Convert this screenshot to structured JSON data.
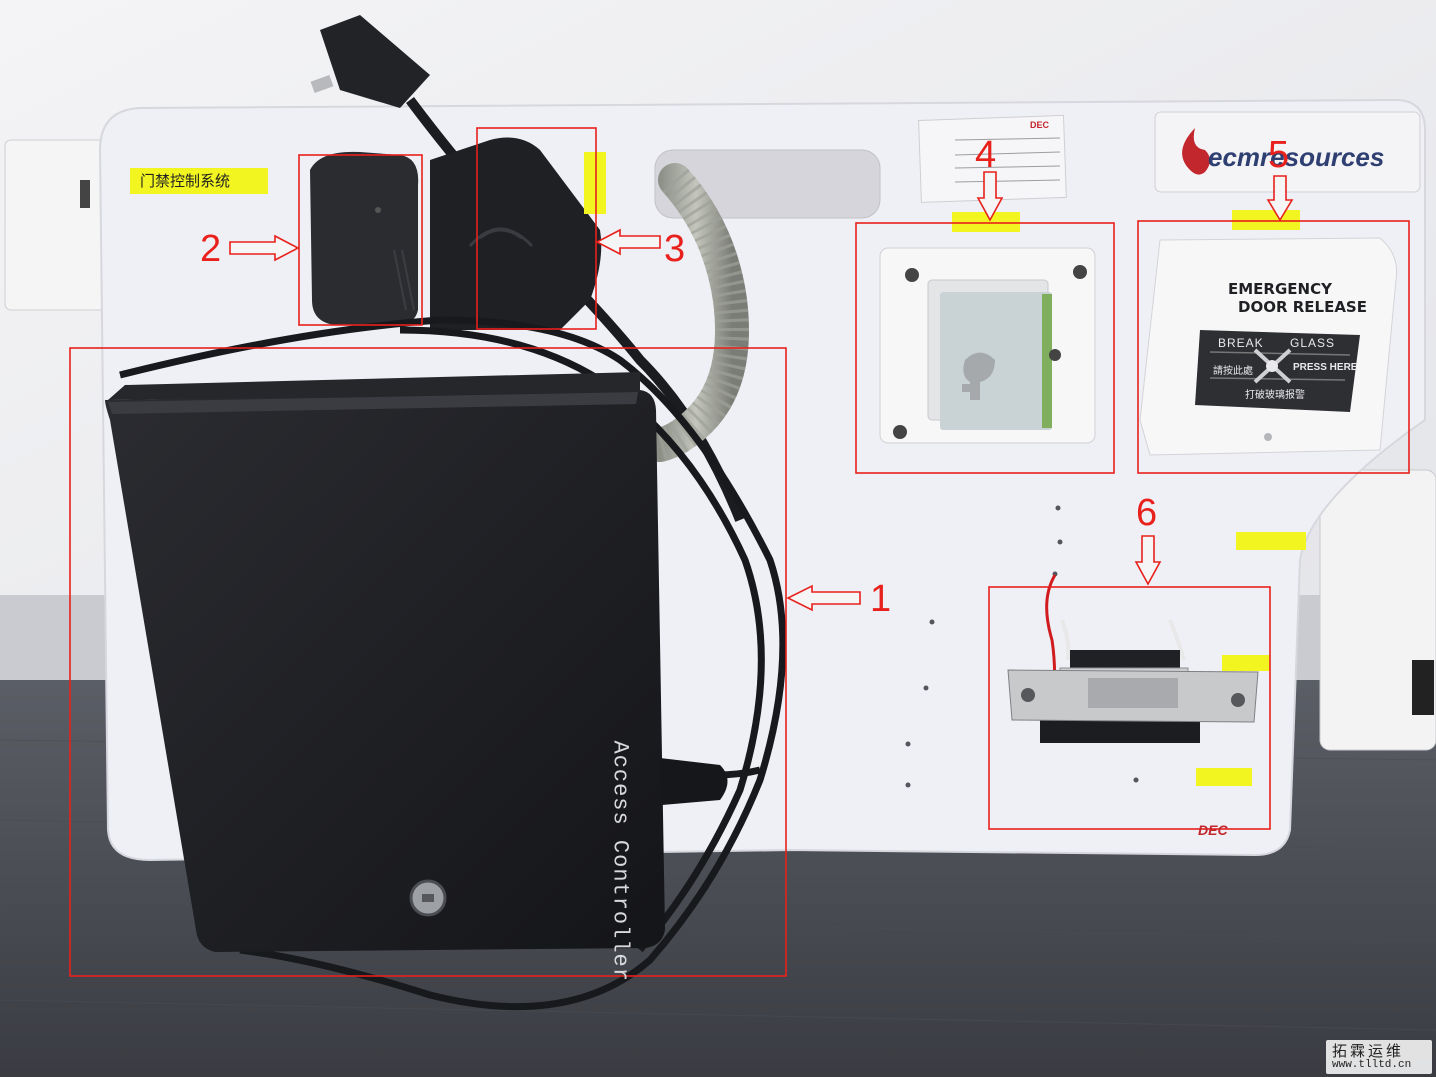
{
  "panel_title_label": "门禁控制系统",
  "controller": {
    "case_text": "Access Controller"
  },
  "brand_logo": "ecmresources",
  "callout_numbers": [
    "1",
    "2",
    "3",
    "4",
    "5",
    "6"
  ],
  "emergency_release": {
    "line1": "EMERGENCY",
    "line2": "DOOR RELEASE",
    "break_text": "BREAK",
    "glass_text": "GLASS",
    "press_cn": "請按此處",
    "press_en": "PRESS HERE",
    "alarm_cn": "打破玻璃报警"
  },
  "maker_mark": "DEC",
  "watermark": {
    "title": "拓霖运维",
    "url": "www.tlltd.cn"
  },
  "colors": {
    "annotation_red": "#e8211c",
    "label_yellow": "#f2f520",
    "panel_white": "#efeff6",
    "controller_black": "#1b1c1f"
  }
}
